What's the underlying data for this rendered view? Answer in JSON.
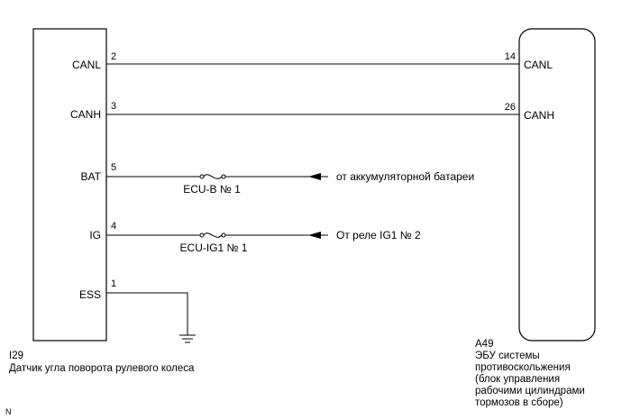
{
  "left_component": {
    "ref": "I29",
    "name": "Датчик угла поворота рулевого колеса",
    "pins": [
      {
        "name": "CANL",
        "num": "2"
      },
      {
        "name": "CANH",
        "num": "3"
      },
      {
        "name": "BAT",
        "num": "5"
      },
      {
        "name": "IG",
        "num": "4"
      },
      {
        "name": "ESS",
        "num": "1"
      }
    ]
  },
  "right_component": {
    "ref": "A49",
    "name_lines": [
      "ЭБУ системы",
      "противоскольжения",
      "(блок управления",
      "рабочими цилиндрами",
      "тормозов в сборе)"
    ],
    "pins": [
      {
        "name": "CANL",
        "num": "14"
      },
      {
        "name": "CANH",
        "num": "26"
      }
    ]
  },
  "fuses": [
    {
      "label": "ECU-B № 1"
    },
    {
      "label": "ECU-IG1 № 1"
    }
  ],
  "sources": [
    {
      "label": "от аккумуляторной батареи"
    },
    {
      "label": "От реле IG1 № 2"
    }
  ],
  "corner_mark": "N",
  "colors": {
    "line": "#000000",
    "background": "#ffffff"
  }
}
